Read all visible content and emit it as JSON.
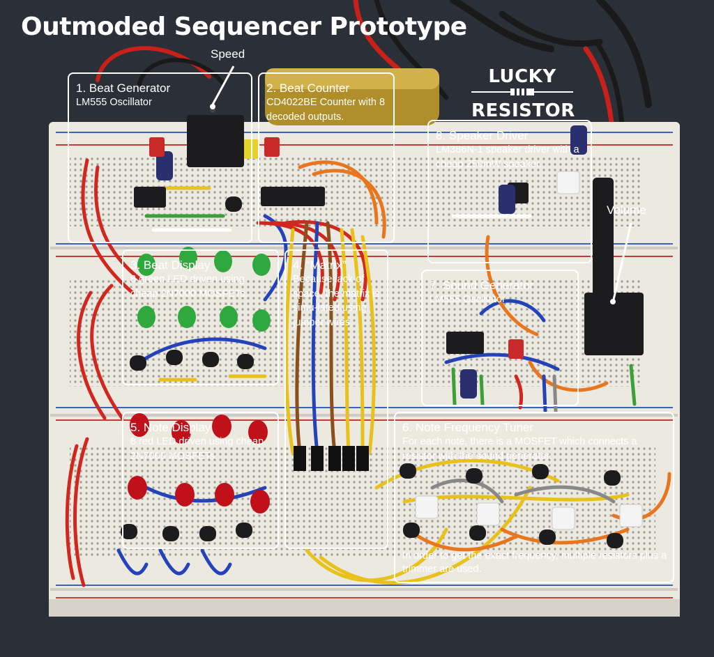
{
  "title": "Outmoded Sequencer Prototype",
  "logo": {
    "line1": "LUCKY",
    "line2": "RESISTOR"
  },
  "callouts": {
    "speed": "Speed",
    "volume": "Volume"
  },
  "sections": [
    {
      "heading": "1. Beat Generator",
      "text": "LM555 Oscillator"
    },
    {
      "heading": "2. Beat Counter",
      "text": "CD4022BE Counter with 8 decoded outputs."
    },
    {
      "heading": "3. Beat Display",
      "text": "8 green LED driven using cheap 2N7000 MOSFETs."
    },
    {
      "heading": "4. “Matrix”",
      "text": "Because lack of space, the matrix is simu-lated using jumper wires."
    },
    {
      "heading": "5. Note Display",
      "text": "8 red LED driven using cheap 2N7000 MOSFETs."
    },
    {
      "heading": "6. Note Frequency Tuner",
      "text": "For each note, there is a MOSFET which connects a resistor with the sound generator.",
      "text2": "In order to get the exact frequency, multiple resistors plus a trimmer are used."
    },
    {
      "heading": "7. Sound Generator",
      "text": "LM555 Oscillator"
    },
    {
      "heading": "8. Speaker Driver",
      "text": "LM386N-1 speaker driver with a cheap 250mW speaker."
    }
  ],
  "colors": {
    "background": "#2b2f38",
    "board": "#ece9e1",
    "board_shadow": "#cfcbc2",
    "rail_red": "#c63b33",
    "rail_blue": "#3b63b3",
    "wire_red": "#d0271f",
    "wire_yellow": "#e8c11a",
    "wire_orange": "#e8761c",
    "wire_blue": "#2443b8",
    "wire_brown": "#8a4f1d",
    "wire_black": "#1a1a1a",
    "wire_green": "#3aa13a",
    "led_green": "#2fa83d",
    "led_red": "#c0111b",
    "chip_black": "#1c1c1e",
    "label_text": "#ffffff"
  }
}
